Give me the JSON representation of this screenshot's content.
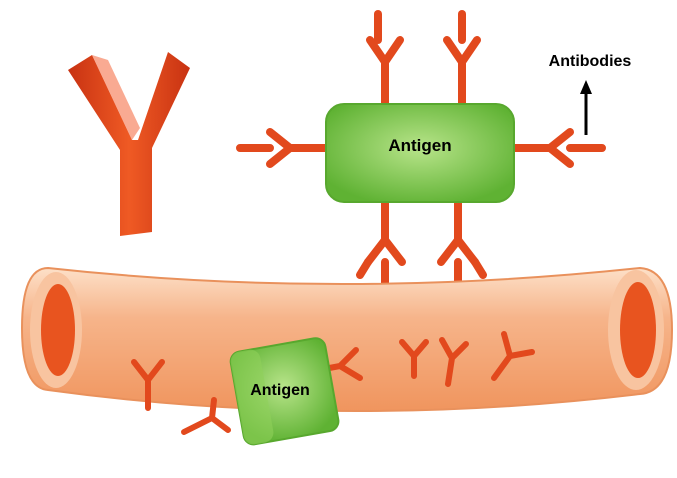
{
  "labels": {
    "antibodies": "Antibodies",
    "antigen_top": "Antigen",
    "antigen_vessel": "Antigen"
  },
  "colors": {
    "antibody": "#e2491d",
    "antigen": "#6cbf3c",
    "antigen_light": "#a6d96e",
    "vessel": "#f3a77a",
    "vessel_lumen": "#e8541f",
    "arrow": "#000000"
  },
  "icons": [
    "antibody-icon",
    "antigen-icon",
    "blood-vessel-icon",
    "arrow-up-icon"
  ]
}
